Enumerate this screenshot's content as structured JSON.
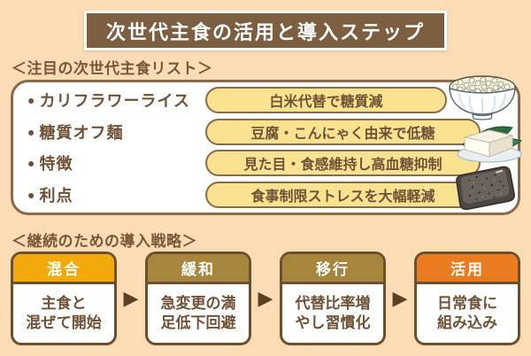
{
  "title": "次世代主食の活用と導入ステップ",
  "icons": {
    "bullet": "●",
    "arrow": "▶"
  },
  "colors": {
    "background": "#FBDCB5",
    "title_bg": "#7C5E40",
    "heading_text": "#7B5636",
    "panel_border": "#8A6A4A",
    "pill_bg": "#FAE291",
    "body_text": "#6F5136",
    "card_border": "#6E4F2B",
    "arrow": "#5C4022"
  },
  "list_section": {
    "heading": "＜注目の次世代主食リスト＞",
    "items": [
      {
        "label": "カリフラワーライス",
        "value": "白米代替で糖質減"
      },
      {
        "label": "糖質オフ麺",
        "value": "豆腐・こんにゃく由来で低糖"
      },
      {
        "label": "特徴",
        "value": "見た目・食感維持し高血糖抑制"
      },
      {
        "label": "利点",
        "value": "食事制限ストレスを大幅軽減"
      }
    ],
    "illustrations": [
      "cauliflower-rice-bowl",
      "tofu-on-plate",
      "konnyaku-block"
    ]
  },
  "steps_section": {
    "heading": "＜継続のための導入戦略＞",
    "cards": [
      {
        "header": "混合",
        "header_color": "#F2A90B",
        "line1": "主食と",
        "line2": "混ぜて開始"
      },
      {
        "header": "緩和",
        "header_color": "#A8853D",
        "line1": "急変更の満",
        "line2": "足低下回避"
      },
      {
        "header": "移行",
        "header_color": "#A8853D",
        "line1": "代替比率増",
        "line2": "やし習慣化"
      },
      {
        "header": "活用",
        "header_color": "#EA7C1F",
        "line1": "日常食に",
        "line2": "組み込み"
      }
    ]
  }
}
